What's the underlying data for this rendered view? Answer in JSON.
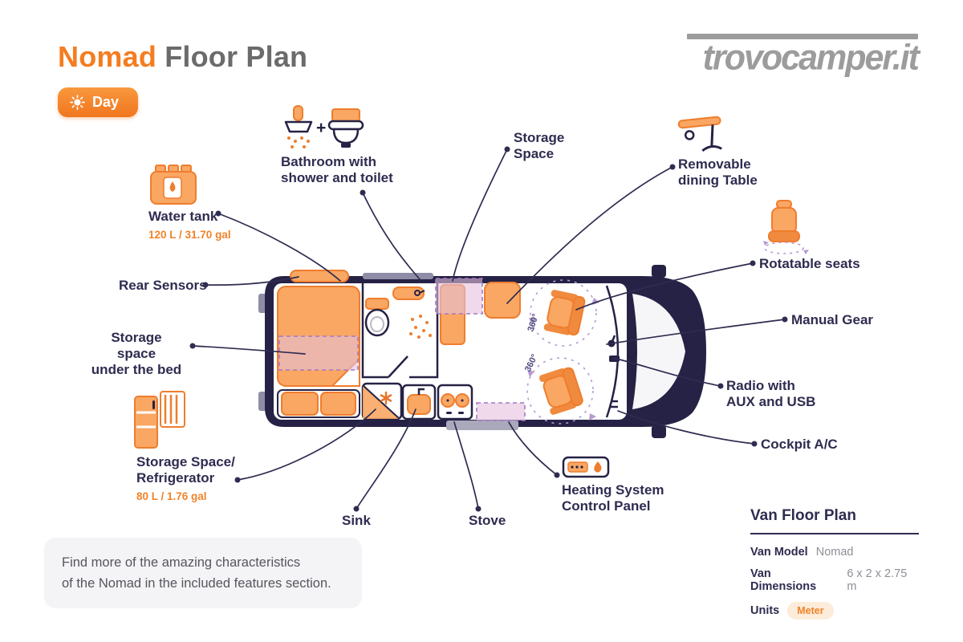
{
  "header": {
    "title_accent": "Nomad",
    "title_rest": " Floor Plan",
    "mode_label": "Day",
    "logo": "trovocamper.it"
  },
  "diagram": {
    "rotation_labels": [
      "360°",
      "360°"
    ],
    "plus_sign": "+"
  },
  "callouts": {
    "bathroom": {
      "lines": [
        "Bathroom with",
        "shower and toilet"
      ]
    },
    "storage_space": {
      "lines": [
        "Storage",
        "Space"
      ]
    },
    "dining_table": {
      "lines": [
        "Removable",
        "dining Table"
      ]
    },
    "water_tank": {
      "label": "Water tank",
      "capacity": "120 L / 31.70 gal"
    },
    "rotatable_seats": {
      "label": "Rotatable seats"
    },
    "rear_sensors": {
      "label": "Rear Sensors"
    },
    "manual_gear": {
      "label": "Manual Gear"
    },
    "storage_under_bed": {
      "lines": [
        "Storage space",
        "under the bed"
      ]
    },
    "radio": {
      "lines": [
        "Radio with",
        "AUX and USB"
      ]
    },
    "cockpit_ac": {
      "label": "Cockpit A/C"
    },
    "storage_fridge": {
      "lines": [
        "Storage Space/",
        "Refrigerator"
      ],
      "capacity": "80 L / 1.76 gal"
    },
    "heating": {
      "lines": [
        "Heating System",
        "Control Panel"
      ]
    },
    "sink": {
      "label": "Sink"
    },
    "stove": {
      "label": "Stove"
    }
  },
  "note": {
    "lines": [
      "Find more of the amazing characteristics",
      "of the Nomad in the included features section."
    ]
  },
  "info_panel": {
    "title": "Van Floor Plan",
    "rows": [
      {
        "label": "Van Model",
        "value": "Nomad"
      },
      {
        "label": "Van Dimensions",
        "value": "6 x 2 x 2.75 m"
      },
      {
        "label": "Units",
        "value": "Meter"
      }
    ]
  },
  "colors": {
    "accent_orange": "#F47D20",
    "furniture_orange": "#F9A763",
    "navy": "#2E2C50",
    "lilac_highlight": "#E5BFDC",
    "gray_text": "#8E8E96"
  }
}
